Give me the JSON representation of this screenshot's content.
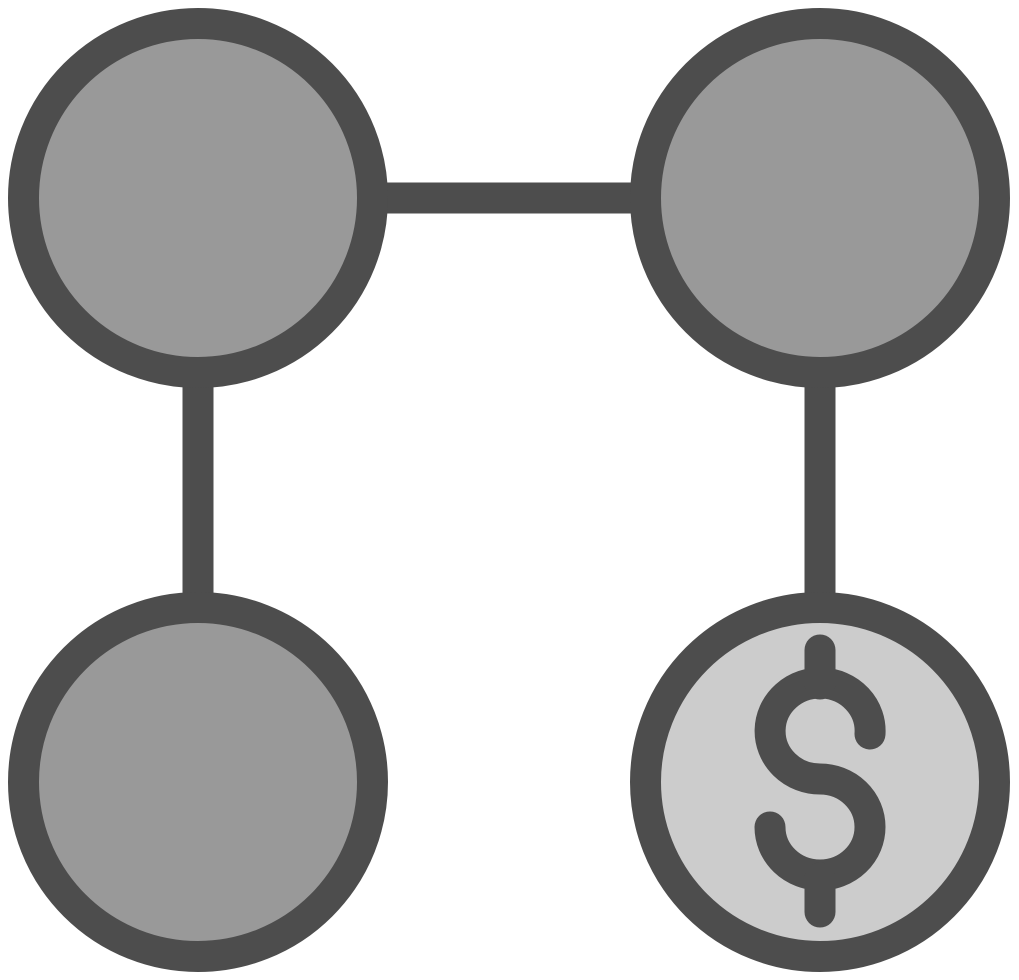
{
  "icon": {
    "name": "network-money-icon",
    "colors": {
      "stroke": "#4d4d4d",
      "node_fill": "#999999",
      "coin_fill": "#cccccc",
      "background": "#ffffff"
    },
    "nodes": [
      {
        "name": "node-top-left-icon",
        "kind": "node"
      },
      {
        "name": "node-top-right-icon",
        "kind": "node"
      },
      {
        "name": "node-bottom-left-icon",
        "kind": "node"
      },
      {
        "name": "coin-dollar-icon",
        "kind": "coin",
        "symbol": "$"
      }
    ]
  }
}
